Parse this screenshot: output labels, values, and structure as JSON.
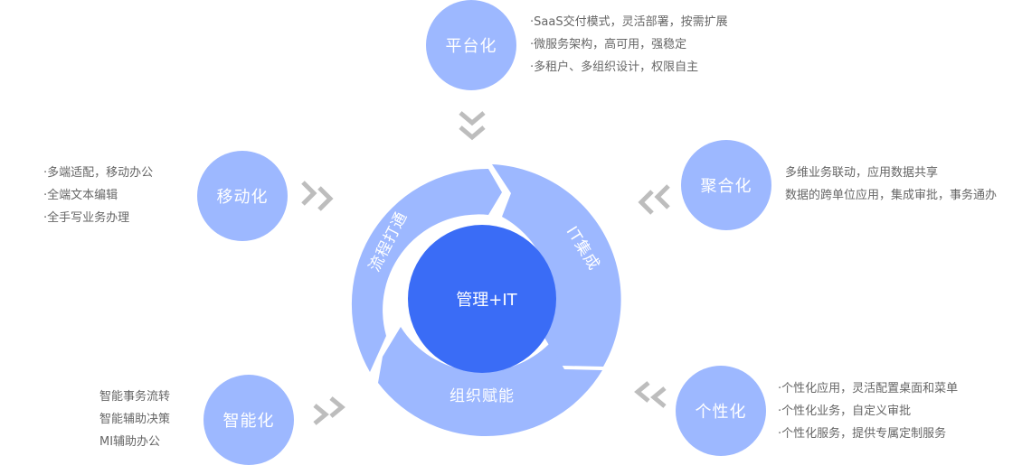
{
  "colors": {
    "node": "#9db8ff",
    "ring": "#9db8ff",
    "core": "#3a6cf6",
    "chevron": "#bdbdbd",
    "desc_text": "#666666"
  },
  "core": {
    "label": "管理+IT"
  },
  "ring_labels": {
    "left": "流程打通",
    "right": "IT集成",
    "bottom": "组织赋能"
  },
  "nodes": {
    "platform": {
      "label": "平台化",
      "items": [
        "·SaaS交付模式，灵活部署，按需扩展",
        "·微服务架构，高可用，强稳定",
        "·多租户、多组织设计，权限自主"
      ]
    },
    "mobile": {
      "label": "移动化",
      "items": [
        "·多端适配，移动办公",
        "·全端文本编辑",
        "·全手写业务办理"
      ]
    },
    "aggregate": {
      "label": "聚合化",
      "items": [
        "多维业务联动，应用数据共享",
        "数据的跨单位应用，集成审批，事务通办"
      ]
    },
    "intelligent": {
      "label": "智能化",
      "items": [
        "智能事务流转",
        "智能辅助决策",
        "MI辅助办公"
      ]
    },
    "personal": {
      "label": "个性化",
      "items": [
        "·个性化应用，灵活配置桌面和菜单",
        "·个性化业务，自定义审批",
        "·个性化服务，提供专属定制服务"
      ]
    }
  }
}
